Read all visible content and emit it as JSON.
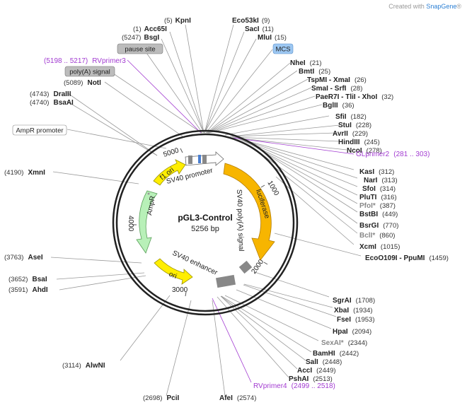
{
  "credit": {
    "prefix": "Created with ",
    "brand": "SnapGene",
    "suffix": "®"
  },
  "plasmid": {
    "name": "pGL3-Control",
    "size": "5256 bp"
  },
  "features_inner": {
    "sv40_promoter": "SV40 promoter",
    "luciferase": "luciferase",
    "sv40_polya": "SV40 poly(A) signal",
    "sv40_enhancer": "SV40 enhancer",
    "ori": "ori",
    "ampr": "AmpR",
    "f1ori": "f1 ori"
  },
  "ticks": {
    "t1000": "1000",
    "t2000": "2000",
    "t3000": "3000",
    "t4000": "4000",
    "t5000": "5000"
  },
  "boxes": {
    "pause_site": "pause site",
    "polya_signal": "poly(A) signal",
    "mcs": "MCS",
    "ampr_promoter": "AmpR promoter"
  },
  "primers": {
    "rvprimer3": {
      "range": "(5198 .. 5217)",
      "name": "RVprimer3"
    },
    "glprimer2": {
      "name": "GLprimer2",
      "range": "(281 .. 303)"
    },
    "rvprimer4": {
      "name": "RVprimer4",
      "range": "(2499 .. 2518)"
    }
  },
  "sites_top": [
    {
      "pos": "(5)",
      "name": "KpnI"
    },
    {
      "pos": "(1)",
      "name": "Acc65I"
    },
    {
      "pos": "(5247)",
      "name": "BsgI"
    },
    {
      "pos": "Eco53kI",
      "name": "(9)"
    },
    {
      "pos": "SacI",
      "name": "(11)"
    },
    {
      "pos": "MluI",
      "name": "(15)"
    }
  ],
  "sites_right": [
    {
      "name": "NheI",
      "pos": "(21)"
    },
    {
      "name": "BmtI",
      "pos": "(25)"
    },
    {
      "name": "TspMI - XmaI",
      "pos": "(26)"
    },
    {
      "name": "SmaI - SrfI",
      "pos": "(28)"
    },
    {
      "name": "PaeR7I - TliI - XhoI",
      "pos": "(32)"
    },
    {
      "name": "BglII",
      "pos": "(36)"
    },
    {
      "name": "SfiI",
      "pos": "(182)"
    },
    {
      "name": "StuI",
      "pos": "(228)"
    },
    {
      "name": "AvrII",
      "pos": "(229)"
    },
    {
      "name": "HindIII",
      "pos": "(245)"
    },
    {
      "name": "NcoI",
      "pos": "(278)"
    },
    {
      "name": "KasI",
      "pos": "(312)"
    },
    {
      "name": "NarI",
      "pos": "(313)"
    },
    {
      "name": "SfoI",
      "pos": "(314)"
    },
    {
      "name": "PluTI",
      "pos": "(316)"
    },
    {
      "name": "PfoI*",
      "pos": "(387)"
    },
    {
      "name": "BstBI",
      "pos": "(449)"
    },
    {
      "name": "BsrGI",
      "pos": "(770)"
    },
    {
      "name": "BclI*",
      "pos": "(860)"
    },
    {
      "name": "XcmI",
      "pos": "(1015)"
    },
    {
      "name": "EcoO109I - PpuMI",
      "pos": "(1459)"
    },
    {
      "name": "SgrAI",
      "pos": "(1708)"
    },
    {
      "name": "XbaI",
      "pos": "(1934)"
    },
    {
      "name": "FseI",
      "pos": "(1953)"
    },
    {
      "name": "HpaI",
      "pos": "(2094)"
    },
    {
      "name": "SexAI*",
      "pos": "(2344)"
    },
    {
      "name": "BamHI",
      "pos": "(2442)"
    },
    {
      "name": "SalI",
      "pos": "(2448)"
    },
    {
      "name": "AccI",
      "pos": "(2449)"
    },
    {
      "name": "PshAI",
      "pos": "(2513)"
    }
  ],
  "sites_left": [
    {
      "pos": "(5089)",
      "name": "NotI"
    },
    {
      "pos": "(4743)",
      "name": "DraIII"
    },
    {
      "pos": "(4740)",
      "name": "BsaAI"
    },
    {
      "pos": "(4190)",
      "name": "XmnI"
    },
    {
      "pos": "(3763)",
      "name": "AseI"
    },
    {
      "pos": "(3652)",
      "name": "BsaI"
    },
    {
      "pos": "(3591)",
      "name": "AhdI"
    },
    {
      "pos": "(3114)",
      "name": "AlwNI"
    }
  ],
  "sites_bottom": [
    {
      "pos": "(2698)",
      "name": "PciI"
    },
    {
      "name": "AfeI",
      "pos": "(2574)"
    }
  ]
}
